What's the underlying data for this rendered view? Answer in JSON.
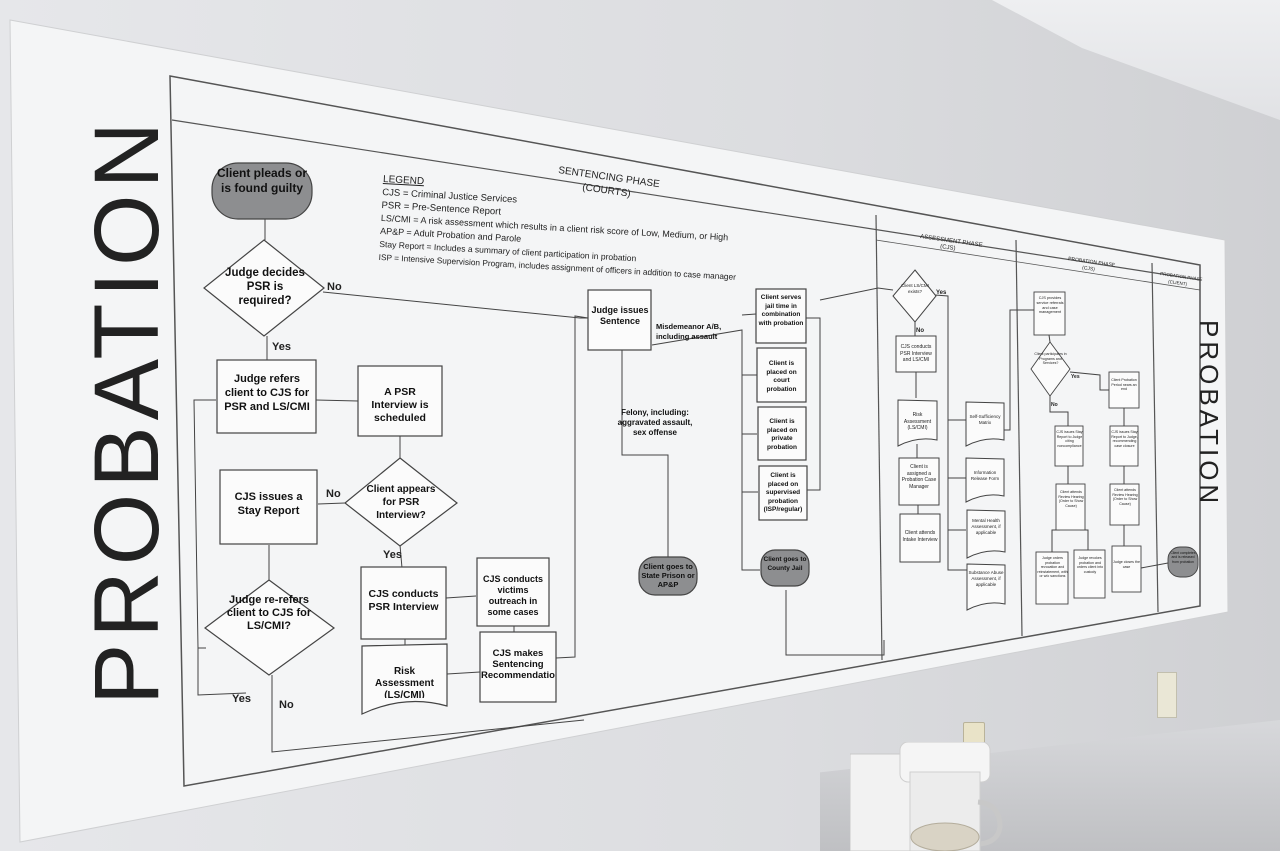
{
  "side_title": "PROBATION",
  "phases": {
    "sentencing": "SENTENCING PHASE",
    "sentencing_sub": "(COURTS)",
    "assessment": "ASSESSMENT PHASE",
    "assessment_sub": "(CJS)",
    "probation": "PROBATION PHASE",
    "probation_sub": "(CJS)",
    "probation2": "PROBATION PHASE",
    "probation2_sub": "(CLIENT)"
  },
  "legend": {
    "title": "LEGEND",
    "lines": [
      "CJS = Criminal Justice Services",
      "PSR = Pre-Sentence Report",
      "LS/CMI = A risk assessment which results in a client risk score of Low, Medium, or High",
      "AP&P = Adult Probation and Parole",
      "Stay Report = Includes a summary of client participation in probation",
      "ISP = Intensive Supervision Program, includes assignment of officers in addition to case manager"
    ]
  },
  "nodes": {
    "start": "Client pleads or is found guilty",
    "psr_required": "Judge decides PSR is required?",
    "refer": "Judge refers client to CJS for PSR and LS/CMI",
    "scheduled": "A PSR Interview is scheduled",
    "appears": "Client appears for PSR Interview?",
    "stay": "CJS issues a Stay Report",
    "rerefer": "Judge re-refers client to CJS for LS/CMI?",
    "conducts": "CJS conducts PSR Interview",
    "outreach": "CJS conducts victims outreach in some cases",
    "risk": "Risk Assessment (LS/CMI)",
    "recommend": "CJS makes Sentencing Recommendation",
    "sentence": "Judge issues Sentence",
    "misdemeanor": "Misdemeanor A/B, including assault",
    "felony": "Felony, including: aggravated assault, sex offense",
    "prison": "Client goes to State Prison or AP&P",
    "jail_combo": "Client serves jail time in combination with probation",
    "court_prob": "Client is placed on court probation",
    "private_prob": "Client is placed on private probation",
    "supervised": "Client is placed on supervised probation (ISP/regular)",
    "county_jail": "Client goes to County Jail"
  },
  "labels": {
    "no": "No",
    "yes": "Yes"
  },
  "assessment_nodes": [
    "Client LS/CMI exists?",
    "CJS conducts PSR Interview and LS/CMI",
    "Risk Assessment (LS/CMI)",
    "Client is assigned a Probation Case Manager",
    "Client attends Intake Interview",
    "Self-Sufficiency Matrix",
    "Information Release Form",
    "Mental Health Assessment, if applicable",
    "Substance Abuse Assessment, if applicable"
  ],
  "probation_nodes": [
    "CJS provides service referrals and case management",
    "Client participates in Programs and Services?",
    "Client Probation Period nears an end",
    "CJS issues Stay Report to Judge citing noncompliance",
    "CJS issues Stay Report to Judge, recommending case closure",
    "Client attends Review Hearing (Order to Show Cause)",
    "Client attends Review Hearing (Order to Show Cause)",
    "Judge orders probation revocation and reinstatement, with or w/o sanctions",
    "Judge revokes probation and orders client into custody",
    "Judge closes the case",
    "Client completes and is released from probation"
  ],
  "right_title": "PROBATION"
}
